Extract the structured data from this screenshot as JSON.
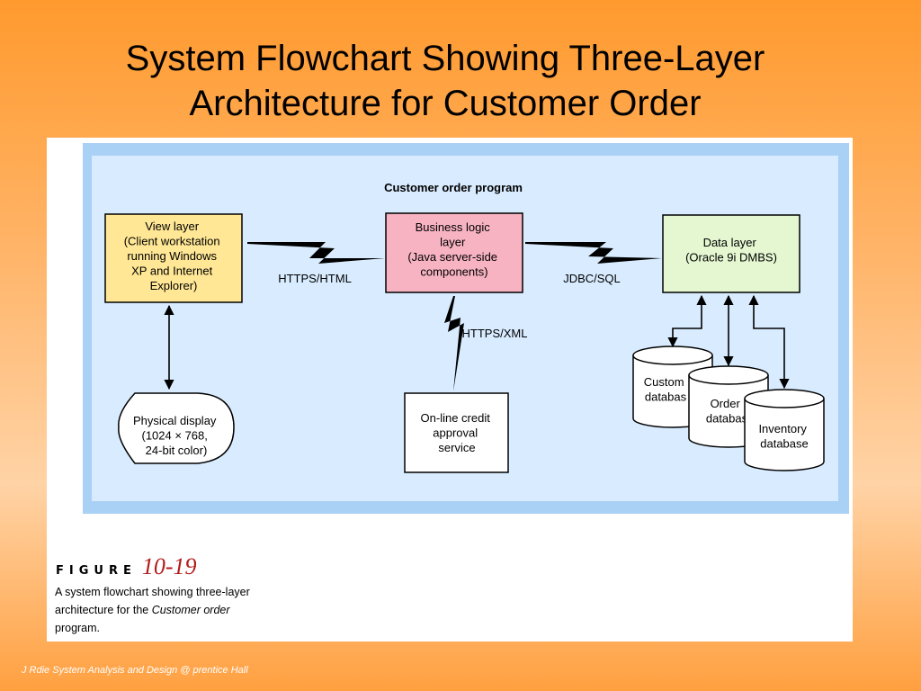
{
  "slide": {
    "title_line1": "System Flowchart Showing Three-Layer",
    "title_line2": "Architecture for Customer Order",
    "footer": "J Rdie System Analysis and Design @ prentice Hall"
  },
  "diagram": {
    "heading": "Customer order program",
    "view_layer": [
      "View layer",
      "(Client workstation",
      "running Windows",
      "XP and Internet",
      "Explorer)"
    ],
    "business_layer": [
      "Business logic",
      "layer",
      "(Java server-side",
      "components)"
    ],
    "data_layer": [
      "Data layer",
      "(Oracle 9i DMBS)"
    ],
    "physical_display": [
      "Physical display",
      "(1024 × 768,",
      "24-bit color)"
    ],
    "credit_service": [
      "On-line credit",
      "approval",
      "service"
    ],
    "databases": [
      [
        "Custom",
        "databas"
      ],
      [
        "Order",
        "databas"
      ],
      [
        "Inventory",
        "database"
      ]
    ],
    "link_https_html": "HTTPS/HTML",
    "link_jdbc_sql": "JDBC/SQL",
    "link_https_xml": "HTTPS/XML",
    "colors": {
      "view_fill": "#ffe795",
      "business_fill": "#f7b3c2",
      "data_fill": "#e4f7d1",
      "canvas": "#d9ecff",
      "frame": "#a9d0f5"
    }
  },
  "figure": {
    "word": "FIGURE",
    "number": "10-19",
    "caption_pre": "A system flowchart showing three-layer architecture for the ",
    "caption_em": "Customer order",
    "caption_post": " program."
  }
}
